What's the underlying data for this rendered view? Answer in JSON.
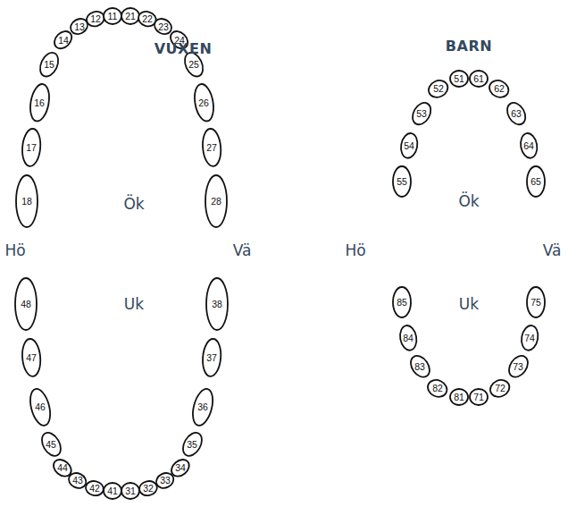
{
  "diagram": {
    "nodes": [
      {
        "text": [
          "18"
        ]
      },
      {
        "text": [
          "17"
        ]
      },
      {
        "text": [
          "16"
        ]
      },
      {
        "text": [
          "15"
        ]
      },
      {
        "text": [
          "14"
        ]
      },
      {
        "text": [
          "13"
        ]
      },
      {
        "text": [
          "12"
        ]
      },
      {
        "text": [
          "11"
        ]
      },
      {
        "text": [
          "21"
        ]
      },
      {
        "text": [
          "22"
        ]
      },
      {
        "text": [
          "23"
        ]
      },
      {
        "text": [
          "24"
        ]
      },
      {
        "text": [
          "25"
        ]
      },
      {
        "text": [
          "26"
        ]
      },
      {
        "text": [
          "27"
        ]
      },
      {
        "text": [
          "28"
        ]
      },
      {
        "text": [
          "48"
        ]
      },
      {
        "text": [
          "47"
        ]
      },
      {
        "text": [
          "46"
        ]
      },
      {
        "text": [
          "45"
        ]
      },
      {
        "text": [
          "44"
        ]
      },
      {
        "text": [
          "43"
        ]
      },
      {
        "text": [
          "42"
        ]
      },
      {
        "text": [
          "41"
        ]
      },
      {
        "text": [
          "31"
        ]
      },
      {
        "text": [
          "32"
        ]
      },
      {
        "text": [
          "33"
        ]
      },
      {
        "text": [
          "34"
        ]
      },
      {
        "text": [
          "35"
        ]
      },
      {
        "text": [
          "36"
        ]
      },
      {
        "text": [
          "37"
        ]
      },
      {
        "text": [
          "38"
        ]
      },
      {
        "text": [
          "55"
        ]
      },
      {
        "text": [
          "54"
        ]
      },
      {
        "text": [
          "53"
        ]
      },
      {
        "text": [
          "52"
        ]
      },
      {
        "text": [
          "51"
        ]
      },
      {
        "text": [
          "61"
        ]
      },
      {
        "text": [
          "62"
        ]
      },
      {
        "text": [
          "63"
        ]
      },
      {
        "text": [
          "64"
        ]
      },
      {
        "text": [
          "65"
        ]
      },
      {
        "text": [
          "85"
        ]
      },
      {
        "text": [
          "84"
        ]
      },
      {
        "text": [
          "83"
        ]
      },
      {
        "text": [
          "82"
        ]
      },
      {
        "text": [
          "81"
        ]
      },
      {
        "text": [
          "71"
        ]
      },
      {
        "text": [
          "72"
        ]
      },
      {
        "text": [
          "73"
        ]
      },
      {
        "text": [
          "74"
        ]
      },
      {
        "text": [
          "75"
        ]
      }
    ],
    "labels": [
      "VUXEN",
      "Ök",
      "Hö",
      "Vä",
      "Uk",
      "BARN",
      "Ök",
      "Hö",
      "Vä",
      "Uk"
    ]
  }
}
